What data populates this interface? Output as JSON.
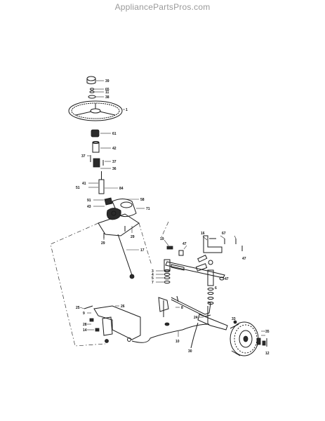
{
  "watermark": "AppliancePartsPros.com",
  "callouts": [
    {
      "id": "c-39a",
      "text": "39"
    },
    {
      "id": "c-65",
      "text": "65"
    },
    {
      "id": "c-11",
      "text": "11"
    },
    {
      "id": "c-38",
      "text": "38"
    },
    {
      "id": "c-1",
      "text": "1"
    },
    {
      "id": "c-61",
      "text": "61"
    },
    {
      "id": "c-42",
      "text": "42"
    },
    {
      "id": "c-37a",
      "text": "37"
    },
    {
      "id": "c-37b",
      "text": "37"
    },
    {
      "id": "c-36",
      "text": "36"
    },
    {
      "id": "c-41",
      "text": "41"
    },
    {
      "id": "c-51",
      "text": "51"
    },
    {
      "id": "c-84",
      "text": "84"
    },
    {
      "id": "c-58",
      "text": "58"
    },
    {
      "id": "c-91",
      "text": "91"
    },
    {
      "id": "c-43",
      "text": "43"
    },
    {
      "id": "c-71",
      "text": "71"
    },
    {
      "id": "c-29a",
      "text": "29"
    },
    {
      "id": "c-29b",
      "text": "29"
    },
    {
      "id": "c-17",
      "text": "17"
    },
    {
      "id": "c-19",
      "text": "19"
    },
    {
      "id": "c-47a",
      "text": "47"
    },
    {
      "id": "c-47b",
      "text": "47"
    },
    {
      "id": "c-47c",
      "text": "47"
    },
    {
      "id": "c-67",
      "text": "67"
    },
    {
      "id": "c-16",
      "text": "16"
    },
    {
      "id": "c-3",
      "text": "3"
    },
    {
      "id": "c-4",
      "text": "4"
    },
    {
      "id": "c-5",
      "text": "5"
    },
    {
      "id": "c-7",
      "text": "7"
    },
    {
      "id": "c-8",
      "text": "8"
    },
    {
      "id": "c-6",
      "text": "6"
    },
    {
      "id": "c-24",
      "text": "24"
    },
    {
      "id": "c-25",
      "text": "25"
    },
    {
      "id": "c-26",
      "text": "26"
    },
    {
      "id": "c-28",
      "text": "28"
    },
    {
      "id": "c-10",
      "text": "10"
    },
    {
      "id": "c-14",
      "text": "14"
    },
    {
      "id": "c-9",
      "text": "9"
    },
    {
      "id": "c-30",
      "text": "30"
    },
    {
      "id": "c-33",
      "text": "33"
    },
    {
      "id": "c-35",
      "text": "35"
    },
    {
      "id": "c-12",
      "text": "12"
    }
  ]
}
